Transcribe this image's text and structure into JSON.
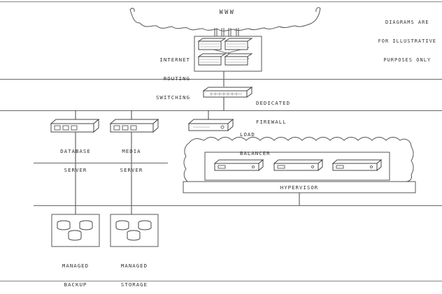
{
  "disclaimer": [
    "DIAGRAMS ARE",
    "FOR ILLUSTRATIVE",
    "PURPOSES ONLY"
  ],
  "cloud_label": "WWW",
  "routing_label": [
    "INTERNET",
    "ROUTING",
    "SWITCHING"
  ],
  "firewall_label": [
    "DEDICATED",
    "FIREWALL"
  ],
  "load_balancer_label": [
    "LOAD",
    "BALANCER"
  ],
  "database_server_label": [
    "DATABASE",
    "SERVER"
  ],
  "media_server_label": [
    "MEDIA",
    "SERVER"
  ],
  "hypervisor_label": "HYPERVISOR",
  "managed_backup_label": [
    "MANAGED",
    "BACKUP"
  ],
  "managed_storage_label": [
    "MANAGED",
    "STORAGE"
  ],
  "colors": {
    "line": "#444444",
    "light_line": "#888888",
    "text": "#333333",
    "background": "#ffffff"
  }
}
